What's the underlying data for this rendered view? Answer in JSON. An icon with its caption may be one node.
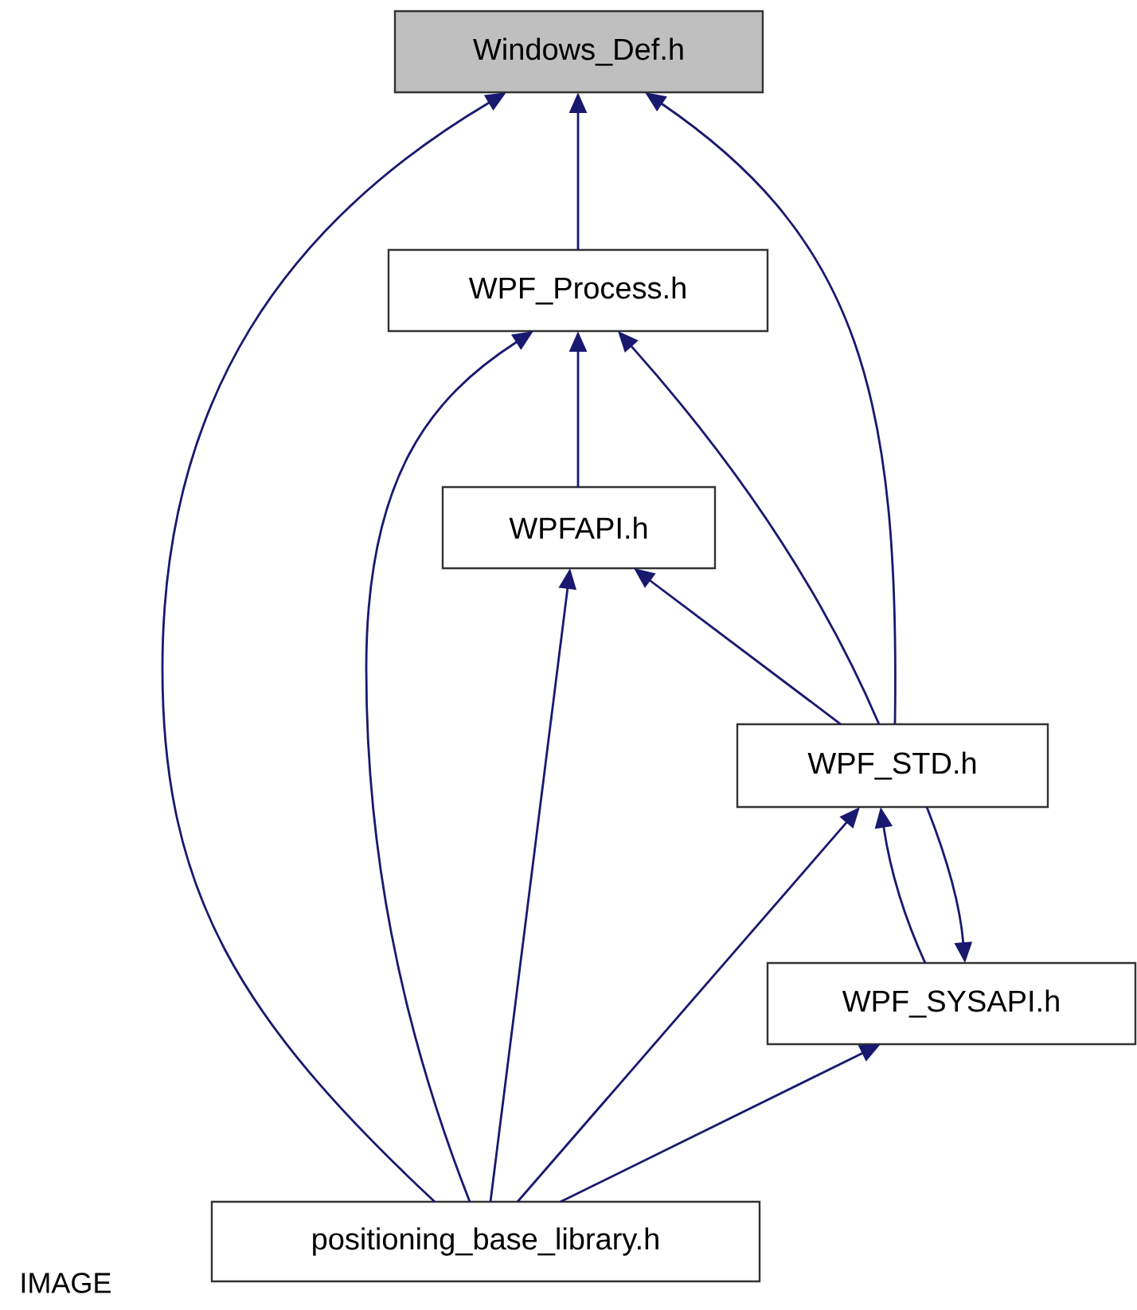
{
  "diagram": {
    "nodes": [
      {
        "text": [
          "Windows_Def.h"
        ]
      },
      {
        "text": [
          "WPF_Process.h"
        ]
      },
      {
        "text": [
          "WPFAPI.h"
        ]
      },
      {
        "text": [
          "WPF_STD.h"
        ]
      },
      {
        "text": [
          "WPF_SYSAPI.h"
        ]
      },
      {
        "text": [
          "positioning_base_library.h"
        ]
      }
    ],
    "edges": [
      {
        "from": 1,
        "to": 0,
        "arrow": "to"
      },
      {
        "from": 5,
        "to": 0,
        "arrow": "to"
      },
      {
        "from": 3,
        "to": 0,
        "arrow": "to"
      },
      {
        "from": 2,
        "to": 1,
        "arrow": "to"
      },
      {
        "from": 5,
        "to": 1,
        "arrow": "to"
      },
      {
        "from": 3,
        "to": 1,
        "arrow": "to"
      },
      {
        "from": 3,
        "to": 2,
        "arrow": "to"
      },
      {
        "from": 5,
        "to": 2,
        "arrow": "to"
      },
      {
        "from": 5,
        "to": 3,
        "arrow": "to"
      },
      {
        "from": 4,
        "to": 3,
        "arrow": "to"
      },
      {
        "from": 3,
        "to": 4,
        "arrow": "to"
      },
      {
        "from": 5,
        "to": 4,
        "arrow": "to"
      }
    ],
    "labels": [
      "IMAGE"
    ]
  }
}
